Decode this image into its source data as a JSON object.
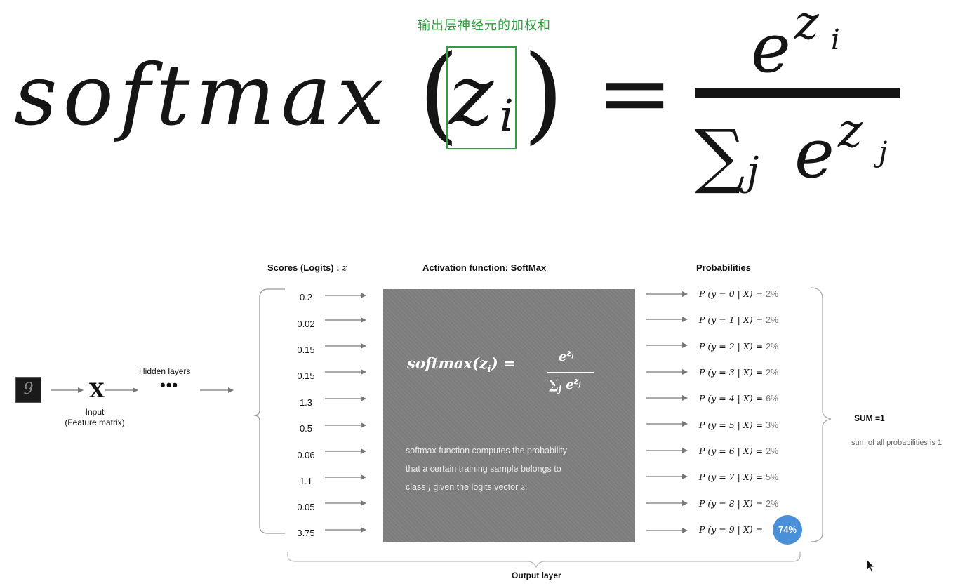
{
  "formula": {
    "annotation": "输出层神经元的加权和",
    "fn_name": "softmax",
    "arg": "z",
    "arg_sub": "i",
    "equals": "=",
    "num_base": "e",
    "num_exp": "z",
    "num_exp_sub": "i",
    "den_sum": "∑",
    "den_sum_sub": "j",
    "den_base": "e",
    "den_exp": "z",
    "den_exp_sub": "j"
  },
  "diagram": {
    "headers": {
      "logits": "Scores (Logits) :",
      "logits_var": "z",
      "activation": "Activation function:  SoftMax",
      "probabilities": "Probabilities"
    },
    "input": {
      "glyph": "9",
      "symbol": "X",
      "label_line1": "Input",
      "label_line2": "(Feature matrix)"
    },
    "hidden": {
      "label": "Hidden layers",
      "dots": "•••"
    },
    "logits": [
      "0.2",
      "0.02",
      "0.15",
      "0.15",
      "1.3",
      "0.5",
      "0.06",
      "1.1",
      "0.05",
      "3.75"
    ],
    "box": {
      "formula_left": "softmax(z",
      "formula_sub": "i",
      "formula_right": ") =",
      "num": "e",
      "num_sup": "z",
      "num_sup_sub": "i",
      "den": "∑",
      "den_sub": "j",
      "den_e": "e",
      "den_sup": "z",
      "den_sup_sub": "j",
      "desc_line1": "softmax function computes the probability",
      "desc_line2": "that a certain training sample belongs to",
      "desc_line3_a": "class",
      "desc_line3_j": "j",
      "desc_line3_b": "given the logits vector",
      "desc_line3_z": "z",
      "desc_line3_zi": "i"
    },
    "probabilities": [
      {
        "expr": "P (y = 0 | X)  =",
        "pct": "2%"
      },
      {
        "expr": "P (y = 1 | X)  =",
        "pct": "2%"
      },
      {
        "expr": "P (y = 2 | X)  =",
        "pct": "2%"
      },
      {
        "expr": "P (y = 3 | X)  =",
        "pct": "2%"
      },
      {
        "expr": "P (y = 4 | X)  =",
        "pct": "6%"
      },
      {
        "expr": "P (y = 5 | X)  =",
        "pct": "3%"
      },
      {
        "expr": "P (y = 6 | X)  =",
        "pct": "2%"
      },
      {
        "expr": "P (y = 7 | X)  =",
        "pct": "5%"
      },
      {
        "expr": "P (y = 8 | X)  =",
        "pct": "2%"
      },
      {
        "expr": "P (y = 9 | X)  =",
        "pct": ""
      }
    ],
    "highlight_pct": "74%",
    "sum_label": "SUM =1",
    "sum_note": "sum of all probabilities is 1",
    "output_label": "Output  layer"
  },
  "colors": {
    "annotation_green": "#2e9e3e",
    "activation_box_gray": "#7d7d7d",
    "highlight_blue": "#4a90d9",
    "arrow_gray": "#777777"
  }
}
